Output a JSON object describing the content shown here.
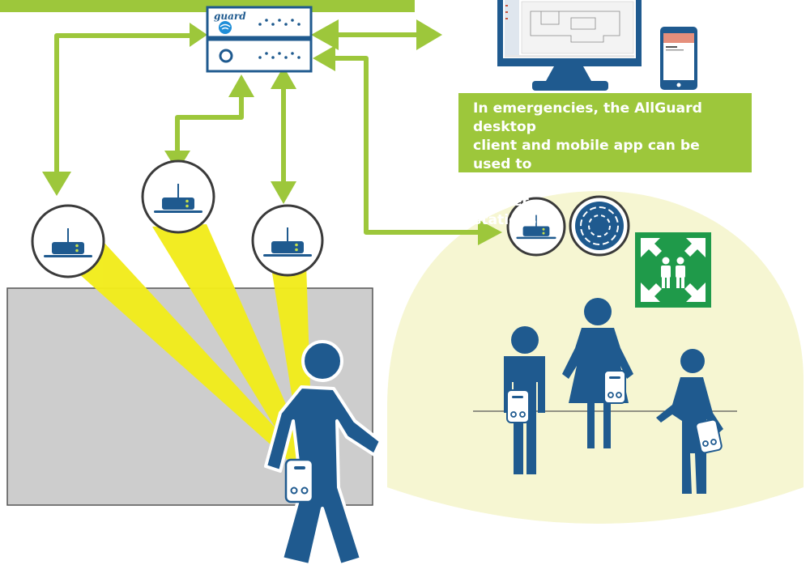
{
  "caption": {
    "lines": [
      "In emergencies, the AllGuard desktop",
      "client and mobile app can be used to",
      "perform emergency roll-call at muster",
      "stations."
    ]
  },
  "server": {
    "logo_text": "guard"
  },
  "icons": {
    "server": "server-rack-icon",
    "reader": "wireless-reader-icon",
    "muster": "muster-point-sign-icon",
    "tag": "wearable-tag-icon",
    "desktop": "desktop-monitor-icon",
    "mobile": "mobile-phone-icon",
    "person": "person-icon"
  },
  "colors": {
    "brand_blue": "#1f5a8f",
    "link_green": "#9dc73b",
    "signal_yellow": "#f2ec1c",
    "building_gray": "#cdcdcd",
    "muster_zone": "#f6f6d2",
    "muster_sign": "#1f9a4a"
  }
}
